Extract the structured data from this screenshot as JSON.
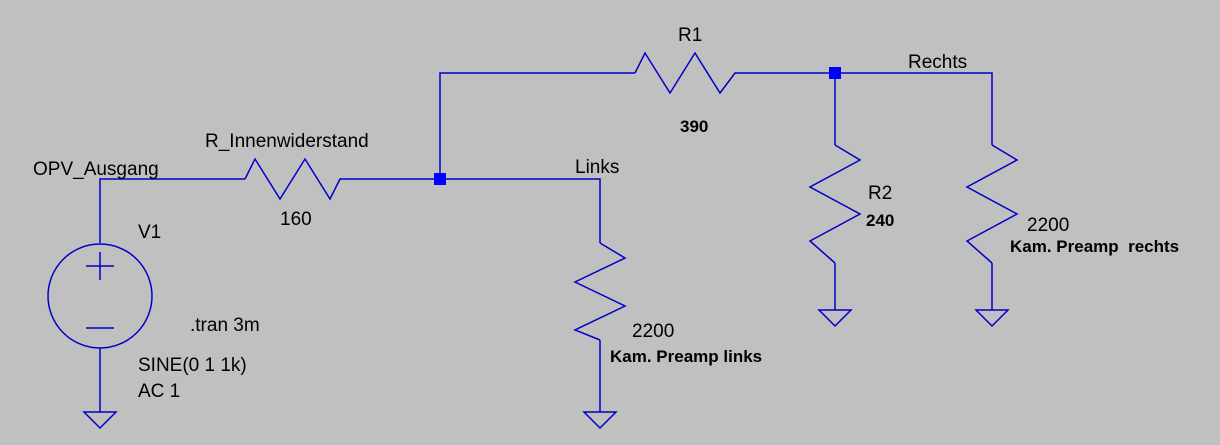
{
  "colors": {
    "background": "#c0c0c0",
    "wire": "#0000c8",
    "junction": "#0000ff",
    "text": "#000000"
  },
  "nets": {
    "opv_out": "OPV_Ausgang",
    "links": "Links",
    "rechts": "Rechts"
  },
  "components": {
    "v1": {
      "name": "V1",
      "spec": "SINE(0 1 1k)",
      "ac": "AC 1"
    },
    "r_inn": {
      "name": "R_Innenwiderstand",
      "value": "160"
    },
    "r1": {
      "name": "R1",
      "value": "390"
    },
    "r2": {
      "name": "R2",
      "value": "240"
    },
    "r_links": {
      "value": "2200",
      "label": "Kam. Preamp links"
    },
    "r_rechts": {
      "value": "2200",
      "label": "Kam. Preamp  rechts"
    }
  },
  "directive": ".tran 3m"
}
